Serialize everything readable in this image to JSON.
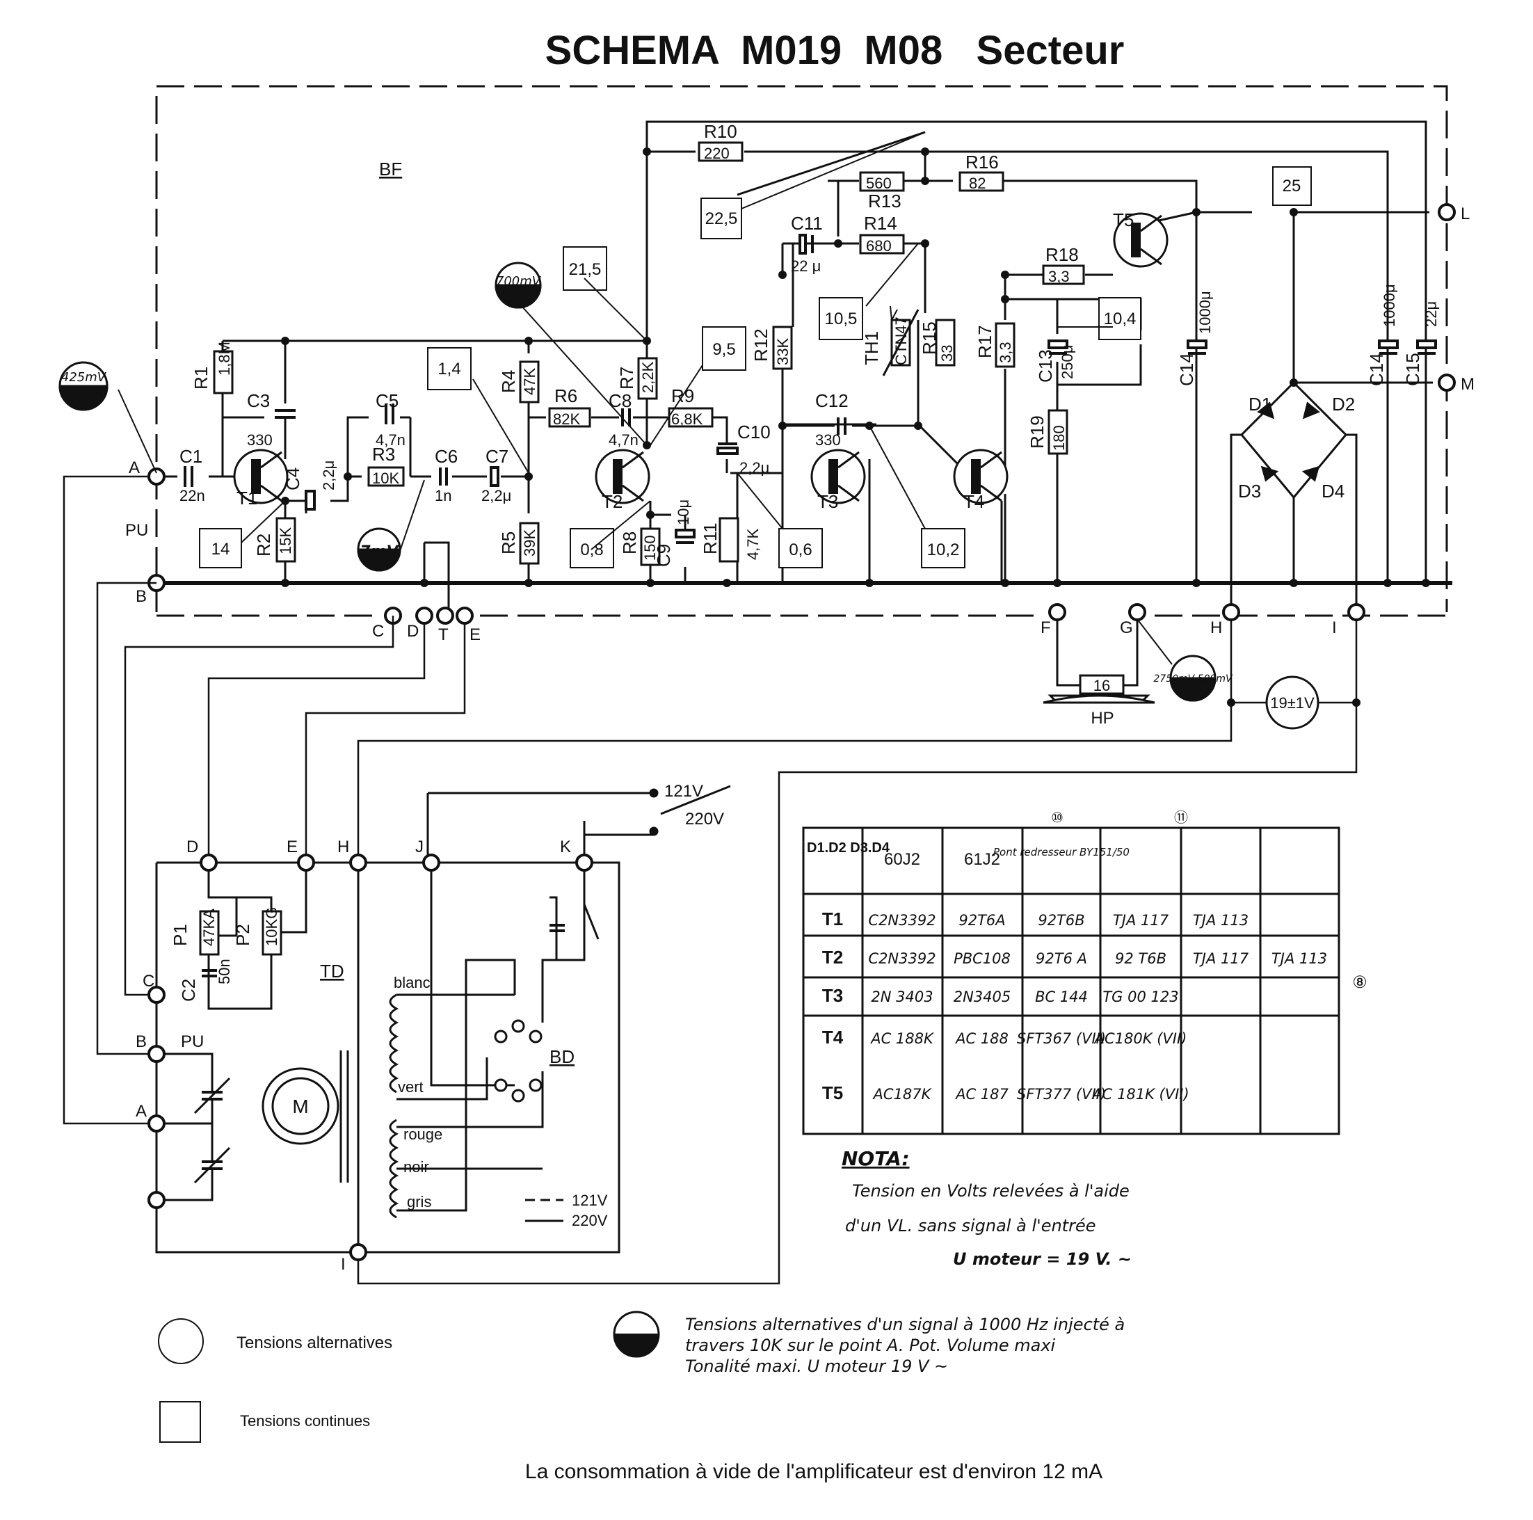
{
  "title": "SCHEMA  M019  M08   Secteur",
  "section_bf": "BF",
  "section_td": "TD",
  "section_bd": "BD",
  "components": [
    {
      "ref": "R1",
      "value": "1,8M"
    },
    {
      "ref": "R2",
      "value": "15K"
    },
    {
      "ref": "R3",
      "value": "10K"
    },
    {
      "ref": "R4",
      "value": "47K"
    },
    {
      "ref": "R5",
      "value": "39K"
    },
    {
      "ref": "R6",
      "value": "82K"
    },
    {
      "ref": "R7",
      "value": "2,2K"
    },
    {
      "ref": "R8",
      "value": "150"
    },
    {
      "ref": "R9",
      "value": "6,8K"
    },
    {
      "ref": "R10",
      "value": "220"
    },
    {
      "ref": "R11",
      "value": "4,7K"
    },
    {
      "ref": "R12",
      "value": "33K"
    },
    {
      "ref": "R13",
      "value": "560"
    },
    {
      "ref": "R14",
      "value": "680"
    },
    {
      "ref": "R15",
      "value": "33"
    },
    {
      "ref": "R16",
      "value": "82"
    },
    {
      "ref": "R17",
      "value": "3,3"
    },
    {
      "ref": "R18",
      "value": "3,3"
    },
    {
      "ref": "R19",
      "value": "180"
    },
    {
      "ref": "TH1",
      "value": "CTN47"
    },
    {
      "ref": "C1",
      "value": "22n"
    },
    {
      "ref": "C3",
      "value": "330"
    },
    {
      "ref": "C4",
      "value": "2,2μ"
    },
    {
      "ref": "C5",
      "value": "4,7n"
    },
    {
      "ref": "C6",
      "value": "1n"
    },
    {
      "ref": "C7",
      "value": "2,2μ"
    },
    {
      "ref": "C8",
      "value": "4,7n"
    },
    {
      "ref": "C9",
      "value": "10μ"
    },
    {
      "ref": "C10",
      "value": "2,2μ"
    },
    {
      "ref": "C11",
      "value": "22 μ"
    },
    {
      "ref": "C12",
      "value": "330"
    },
    {
      "ref": "C13",
      "value": "250μ"
    },
    {
      "ref": "C14",
      "value": "1000μ"
    },
    {
      "ref": "C14",
      "value": "1000μ"
    },
    {
      "ref": "C15",
      "value": "22μ"
    },
    {
      "ref": "P1",
      "value": "47KA"
    },
    {
      "ref": "P2",
      "value": "10KG"
    },
    {
      "ref": "C2",
      "value": "50n"
    }
  ],
  "transistors": [
    "T1",
    "T2",
    "T3",
    "T4",
    "T5"
  ],
  "diodes": [
    "D1",
    "D2",
    "D3",
    "D4"
  ],
  "dc_voltages": [
    "22,5",
    "21,5",
    "25",
    "1,4",
    "9,5",
    "10,5",
    "10,4",
    "14",
    "0,8",
    "0,6",
    "10,2"
  ],
  "ac_voltages": [
    "425mV",
    "7mV",
    "700mV",
    "2750mV 500mV",
    "19±1V"
  ],
  "hp": {
    "label": "HP",
    "value": "16"
  },
  "terminals_bf": [
    "A",
    "PU",
    "B",
    "C",
    "D",
    "T",
    "E",
    "F",
    "G",
    "H",
    "I",
    "L",
    "M"
  ],
  "terminals_td": [
    "D",
    "E",
    "H",
    "J",
    "K",
    "C",
    "B",
    "PU",
    "A",
    "I"
  ],
  "switch_labels": [
    "121V",
    "220V"
  ],
  "wire_labels": [
    "blanc",
    "vert",
    "rouge",
    "noir",
    "gris"
  ],
  "line_legend": [
    "121V",
    "220V"
  ],
  "motor_label": "M",
  "table": {
    "marks": [
      "⑩",
      "⑪",
      "⑧"
    ],
    "header": [
      "D1.D2 D3.D4",
      "60J2",
      "61J2",
      "Pont redresseur BY151/50",
      "",
      "",
      ""
    ],
    "rows": [
      [
        "T1",
        "C2N3392",
        "92T6A",
        "92T6B",
        "TJA 117",
        "TJA 113",
        ""
      ],
      [
        "T2",
        "C2N3392",
        "PBC108",
        "92T6 A",
        "92 T6B",
        "TJA 117",
        "TJA 113"
      ],
      [
        "T3",
        "2N 3403",
        "2N3405",
        "BC 144",
        "TG 00 123",
        "",
        ""
      ],
      [
        "T4",
        "AC 188K",
        "AC 188",
        "SFT367 (VII)",
        "AC180K (VII)",
        "",
        ""
      ],
      [
        "T5",
        "AC187K",
        "AC 187",
        "SFT377 (VII)",
        "AC 181K (VII)",
        "",
        ""
      ]
    ]
  },
  "nota": {
    "title": "NOTA:",
    "lines": [
      "Tension en Volts relevées à l'aide",
      "d'un VL. sans signal à l'entrée",
      "U moteur = 19 V. ~"
    ]
  },
  "legend": {
    "ac_label": "Tensions  alternatives",
    "dc_label": "Tensions  continues",
    "signal_note": [
      "Tensions  alternatives d'un signal à 1000 Hz  injecté à",
      "travers 10K sur le point A. Pot. Volume maxi",
      "Tonalité  maxi.   U moteur   19 V ~"
    ]
  },
  "footer": "La consommation à vide de l'amplificateur est d'environ 12 mA"
}
